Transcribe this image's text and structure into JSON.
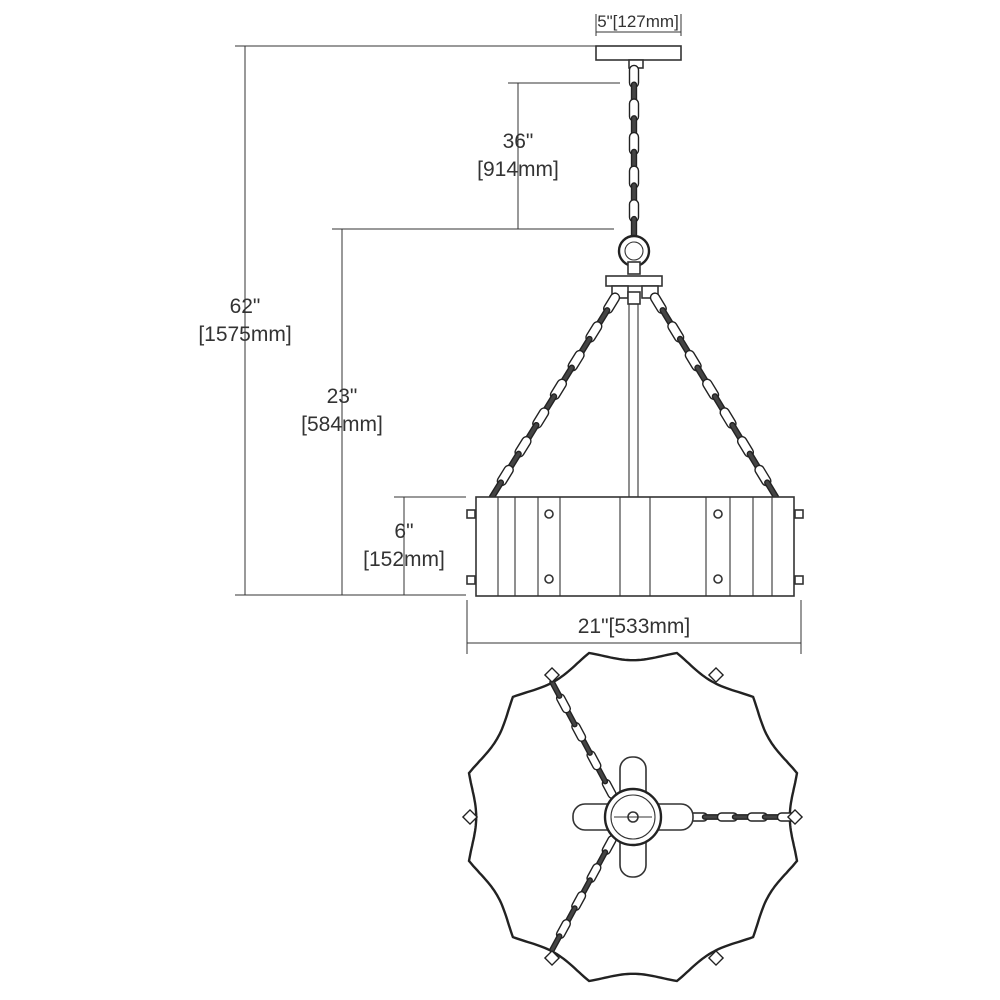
{
  "dimensions": {
    "canopy_width": "5\"[127mm]",
    "chain_length_in": "36\"",
    "chain_length_mm": "[914mm]",
    "overall_height_in": "62\"",
    "overall_height_mm": "[1575mm]",
    "fixture_height_in": "23\"",
    "fixture_height_mm": "[584mm]",
    "shade_height_in": "6\"",
    "shade_height_mm": "[152mm]",
    "shade_width": "21\"[533mm]"
  },
  "colors": {
    "line": "#333333",
    "background": "#ffffff"
  }
}
